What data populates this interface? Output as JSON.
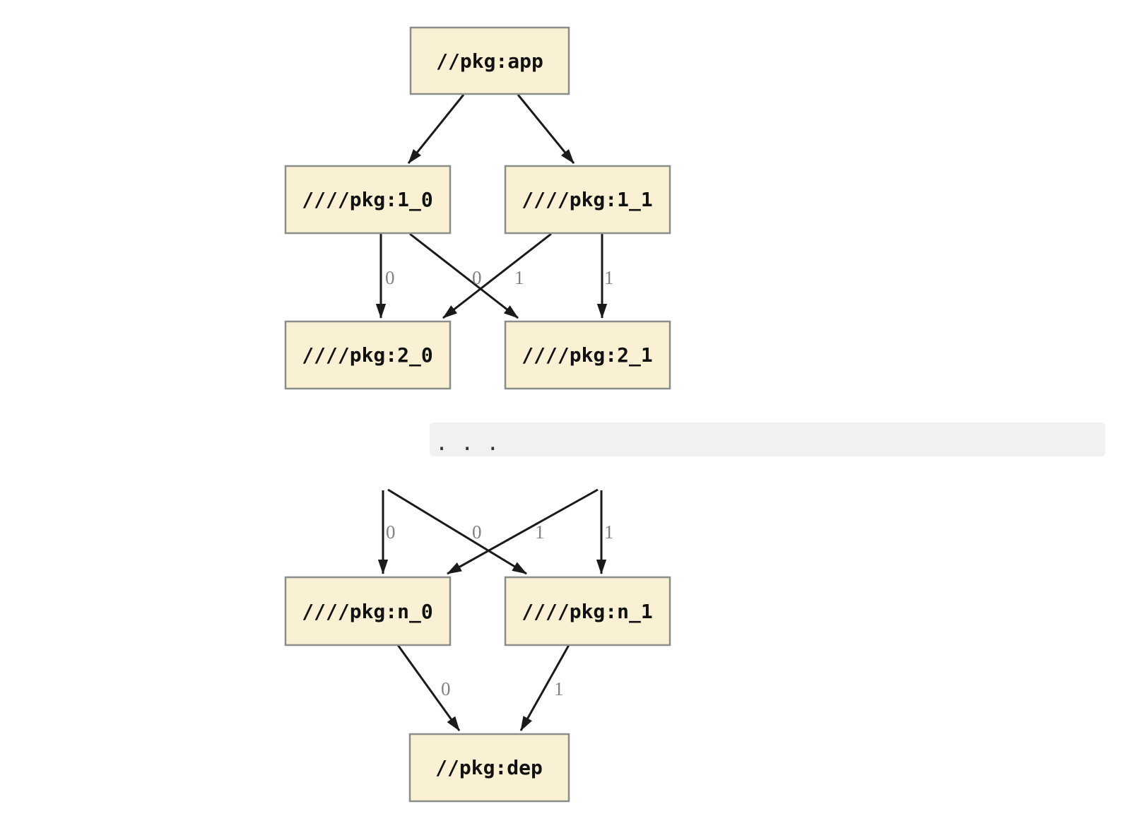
{
  "diagram": {
    "type": "build-dependency-graph",
    "nodes": {
      "app": {
        "label": "//pkg:app"
      },
      "level1_0": {
        "label": "////pkg:1_0"
      },
      "level1_1": {
        "label": "////pkg:1_1"
      },
      "level2_0": {
        "label": "////pkg:2_0"
      },
      "level2_1": {
        "label": "////pkg:2_1"
      },
      "leveln_0": {
        "label": "////pkg:n_0"
      },
      "leveln_1": {
        "label": "////pkg:n_1"
      },
      "dep": {
        "label": "//pkg:dep"
      }
    },
    "edges": [
      {
        "from": "//pkg:app",
        "to": "////pkg:1_0",
        "label": ""
      },
      {
        "from": "//pkg:app",
        "to": "////pkg:1_1",
        "label": ""
      },
      {
        "from": "////pkg:1_0",
        "to": "////pkg:2_0",
        "label": "0"
      },
      {
        "from": "////pkg:1_0",
        "to": "////pkg:2_1",
        "label": "1"
      },
      {
        "from": "////pkg:1_1",
        "to": "////pkg:2_0",
        "label": "0"
      },
      {
        "from": "////pkg:1_1",
        "to": "////pkg:2_1",
        "label": "1"
      },
      {
        "from": "...",
        "to": "////pkg:n_0",
        "label": "0"
      },
      {
        "from": "...",
        "to": "////pkg:n_1",
        "label": "1"
      },
      {
        "from": "...",
        "to": "////pkg:n_0",
        "label": "0"
      },
      {
        "from": "...",
        "to": "////pkg:n_1",
        "label": "1"
      },
      {
        "from": "////pkg:n_0",
        "to": "//pkg:dep",
        "label": "0"
      },
      {
        "from": "////pkg:n_1",
        "to": "//pkg:dep",
        "label": "1"
      }
    ],
    "ellipsis": {
      "text": ". . ."
    }
  },
  "colors": {
    "node_fill": "#FAF1D5",
    "node_border": "#8a8e8a",
    "edge_color": "#1a1a1a",
    "edge_label_color": "#828282",
    "ellipsis_band_bg": "#f1f1f1",
    "ellipsis_text_color": "#333333",
    "background": "#ffffff"
  }
}
